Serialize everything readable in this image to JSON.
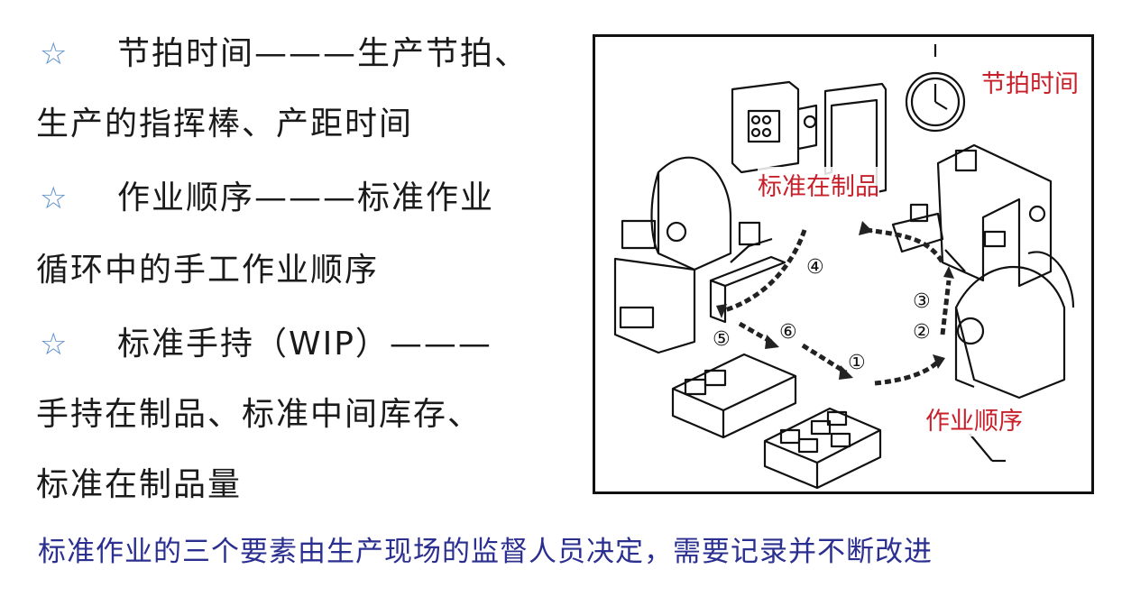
{
  "lines": [
    {
      "star": "☆",
      "text": "节拍时间———生产节拍、"
    },
    {
      "star": "",
      "text": "生产的指挥棒、产距时间"
    },
    {
      "star": "☆",
      "text": "作业顺序———标准作业"
    },
    {
      "star": "",
      "text": "循环中的手工作业顺序"
    },
    {
      "star": "☆",
      "text": "标准手持（WIP）———"
    },
    {
      "star": "",
      "text": "手持在制品、标准中间库存、"
    },
    {
      "star": "",
      "text": "标准在制品量"
    }
  ],
  "footer": "标准作业的三个要素由生产现场的监督人员决定，需要记录并不断改进",
  "figure": {
    "labels": {
      "takt_time": "节拍时间",
      "standard_wip": "标准在制品",
      "work_sequence": "作业顺序"
    },
    "steps": [
      "①",
      "②",
      "③",
      "④",
      "⑤",
      "⑥"
    ],
    "colors": {
      "label": "#c8202a",
      "star": "#5b8fd0",
      "footer": "#2b2f8f"
    }
  }
}
